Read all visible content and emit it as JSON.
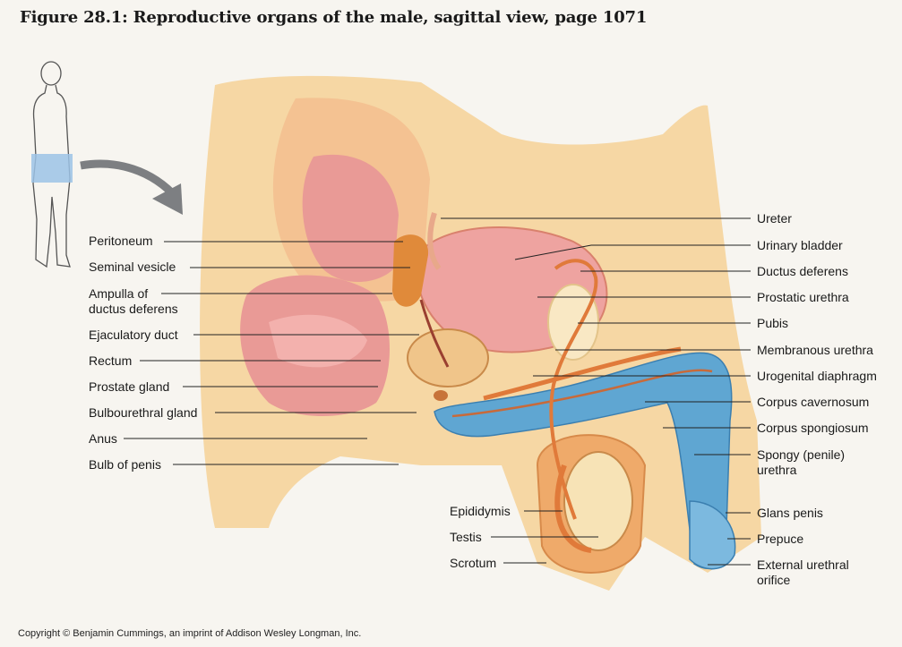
{
  "title": "Figure 28.1: Reproductive organs of the male, sagittal view, page 1071",
  "copyright": "Copyright © Benjamin Cummings, an imprint of Addison Wesley Longman, Inc.",
  "labels_left": [
    {
      "id": "peritoneum",
      "text": "Peritoneum"
    },
    {
      "id": "seminal-vesicle",
      "text": "Seminal vesicle"
    },
    {
      "id": "ampulla",
      "text": "Ampulla of\nductus deferens"
    },
    {
      "id": "ejaculatory-duct",
      "text": "Ejaculatory duct"
    },
    {
      "id": "rectum",
      "text": "Rectum"
    },
    {
      "id": "prostate-gland",
      "text": "Prostate gland"
    },
    {
      "id": "bulbourethral-gland",
      "text": "Bulbourethral gland"
    },
    {
      "id": "anus",
      "text": "Anus"
    },
    {
      "id": "bulb-of-penis",
      "text": "Bulb of penis"
    }
  ],
  "labels_right": [
    {
      "id": "ureter",
      "text": "Ureter"
    },
    {
      "id": "urinary-bladder",
      "text": "Urinary bladder"
    },
    {
      "id": "ductus-deferens",
      "text": "Ductus deferens"
    },
    {
      "id": "prostatic-urethra",
      "text": "Prostatic urethra"
    },
    {
      "id": "pubis",
      "text": "Pubis"
    },
    {
      "id": "membranous-urethra",
      "text": "Membranous urethra"
    },
    {
      "id": "urogenital-diaphragm",
      "text": "Urogenital diaphragm"
    },
    {
      "id": "corpus-cavernosum",
      "text": "Corpus cavernosum"
    },
    {
      "id": "corpus-spongiosum",
      "text": "Corpus spongiosum"
    },
    {
      "id": "spongy-urethra",
      "text": "Spongy (penile)\nurethra"
    },
    {
      "id": "glans-penis",
      "text": "Glans penis"
    },
    {
      "id": "prepuce",
      "text": "Prepuce"
    },
    {
      "id": "external-urethral-orifice",
      "text": "External urethral\norifice"
    }
  ],
  "labels_bottom": [
    {
      "id": "epididymis",
      "text": "Epididymis"
    },
    {
      "id": "testis",
      "text": "Testis"
    },
    {
      "id": "scrotum",
      "text": "Scrotum"
    }
  ],
  "colors": {
    "skin": "#f6d7a4",
    "tissue": "#f3b98a",
    "bladder": "#eea3a0",
    "rectum": "#e99a96",
    "spongy": "#5fa6d2",
    "duct": "#e07a3a",
    "locator": "#9cc3e6"
  }
}
